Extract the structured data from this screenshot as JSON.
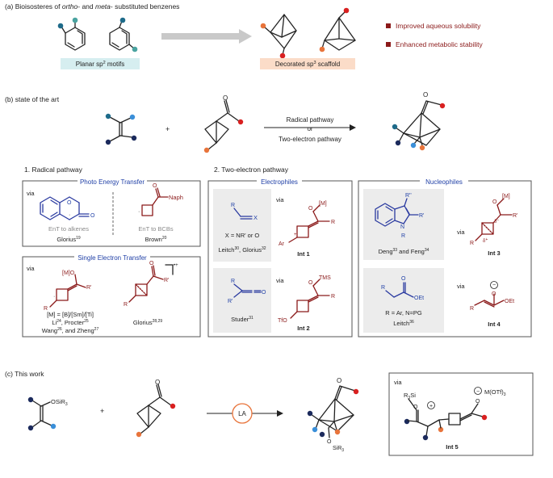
{
  "colors": {
    "dot_teal": "#4aa3a0",
    "dot_orange": "#e8743b",
    "dot_red": "#d92020",
    "dot_navy": "#1b2a5c",
    "dot_blue": "#3a8fd9",
    "dot_darkteal": "#1e6b8a",
    "planar_bg": "#d6eef0",
    "sp3_bg": "#fbdcc8",
    "accent_red": "#8b1a1a",
    "accent_blue": "#1f3fa6"
  },
  "section_a": {
    "title_pre": "(a) Bioisosteres of ",
    "title_ortho": "ortho",
    "title_mid": "- and ",
    "title_meta": "meta",
    "title_post": "- substituted benzenes",
    "planar_label": "Planar sp",
    "planar_sup": "2",
    "planar_post": " motifs",
    "sp3_label": "Decorated sp",
    "sp3_sup": "3",
    "sp3_post": " scaffold",
    "benefit_1": "Improved aqueous solubility",
    "benefit_2": "Enhanced metabolic stability"
  },
  "section_b": {
    "title": "(b) state of the art",
    "plus": "+",
    "arrow_top": "Radical pathway",
    "arrow_mid": "or",
    "arrow_bottom": "Two-electron pathway",
    "radical_heading": "1. Radical pathway",
    "two_electron_heading": "2. Two-electron pathway",
    "photo_title": "Photo Energy Transfer",
    "via": "via",
    "coumarin_o": "O",
    "coumarin_o2": "O",
    "naph": "Naph",
    "naph_o": "O",
    "ent_alkenes": "EnT to alkenes",
    "ent_bcbs": "EnT to BCBs",
    "glorius": "Glorius",
    "glorius_ref": "19",
    "brown": "Brown",
    "brown_ref": "20",
    "set_title": "Single Electron Transfer",
    "mo": "[M]O",
    "r_prime": "R'",
    "r": "R",
    "radical_cation": "•+",
    "metals": "[M] = [B]/[Sm]/[Ti]",
    "li": "Li",
    "li_ref": "24",
    "procter": ", Procter",
    "procter_ref": "25",
    "wang": "Wang",
    "wang_ref": "26",
    "zheng": ", and Zheng",
    "zheng_ref": "27",
    "glorius2": "Glorius",
    "glorius2_ref": "28,29",
    "electrophiles_title": "Electrophiles",
    "nucleophiles_title": "Nucleophiles",
    "x": "X",
    "x_def": "X = NR' or O",
    "leitch": "Leitch",
    "leitch_ref": "30",
    "glorius3": ", Glorius",
    "glorius3_ref": "32",
    "studer": "Studer",
    "studer_ref": "31",
    "ketene_o": "O",
    "int1": "Int 1",
    "int2": "Int 2",
    "int3": "Int 3",
    "int4": "Int 4",
    "ar": "Ar",
    "plus_sign": "+",
    "m_bracket": "[M]",
    "o": "O",
    "tms": "TMS",
    "tfo": "TfO",
    "r_dprime": "R''",
    "n": "N",
    "deng": "Deng",
    "deng_ref": "33",
    "feng": " and Feng",
    "feng_ref": "34",
    "delta_minus": "δ",
    "delta_plus": "δ",
    "oet": "OEt",
    "r_def": "R = Ar, N=PG",
    "leitch2": "Leitch",
    "leitch2_ref": "36",
    "minus": "−"
  },
  "section_c": {
    "title": "(c) This work",
    "osir3": "OSiR",
    "osir3_sub": "3",
    "plus": "+",
    "la": "LA",
    "o": "O",
    "sir3": "SiR",
    "sir3_sub": "3",
    "r3si": "R",
    "r3si_sub": "3",
    "r3si_post": "Si",
    "plus_charge": "+",
    "minus_charge": "−",
    "motf": "M(OTf)",
    "motf_sub": "3",
    "via": "via",
    "int5": "Int 5"
  }
}
